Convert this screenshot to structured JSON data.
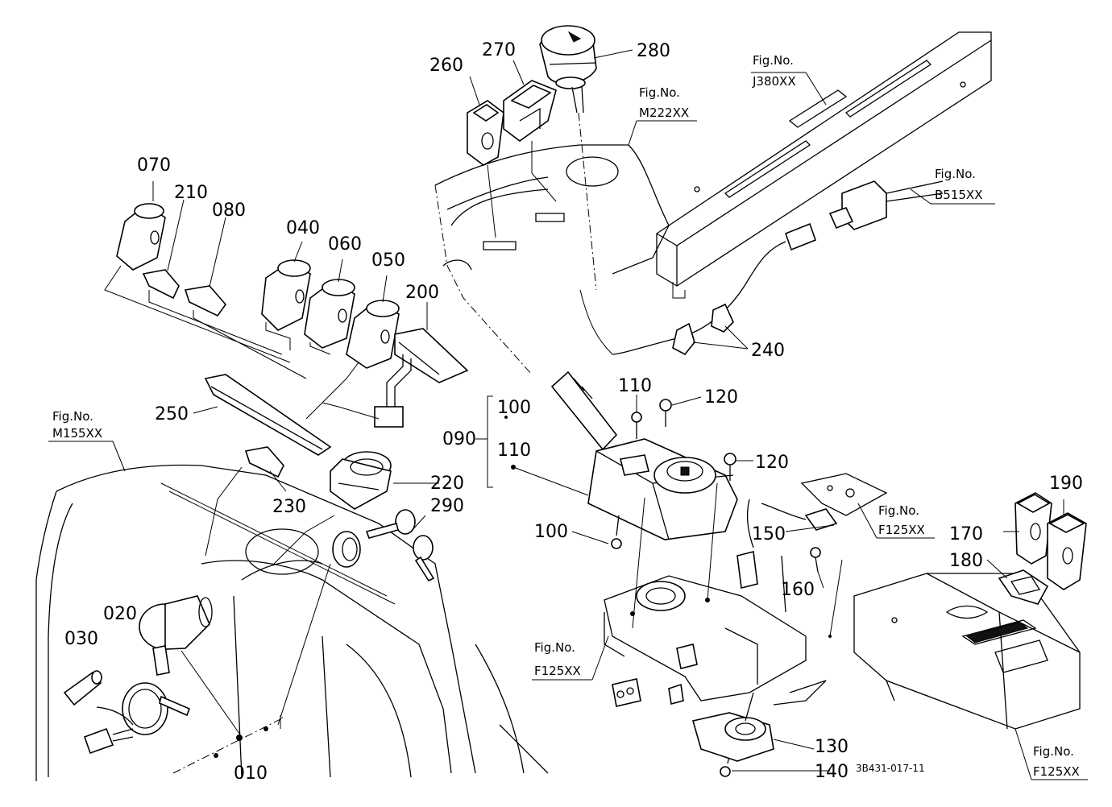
{
  "diagram_code": "3B431-017-11",
  "fig_label": "Fig.No.",
  "figs": {
    "m222": "M222XX",
    "j380": "J380XX",
    "b515": "B515XX",
    "m155": "M155XX",
    "f125_a": "F125XX",
    "f125_b": "F125XX",
    "f125_c": "F125XX"
  },
  "parts": {
    "p010": "010",
    "p020": "020",
    "p030": "030",
    "p040": "040",
    "p050": "050",
    "p060": "060",
    "p070": "070",
    "p080": "080",
    "p090": "090",
    "p100a": "100",
    "p100b": "100",
    "p110a": "110",
    "p110b": "110",
    "p120a": "120",
    "p120b": "120",
    "p130": "130",
    "p140": "140",
    "p150": "150",
    "p160": "160",
    "p170": "170",
    "p180": "180",
    "p190": "190",
    "p200": "200",
    "p210": "210",
    "p220": "220",
    "p230": "230",
    "p240": "240",
    "p250": "250",
    "p260": "260",
    "p270": "270",
    "p280": "280",
    "p290": "290"
  }
}
